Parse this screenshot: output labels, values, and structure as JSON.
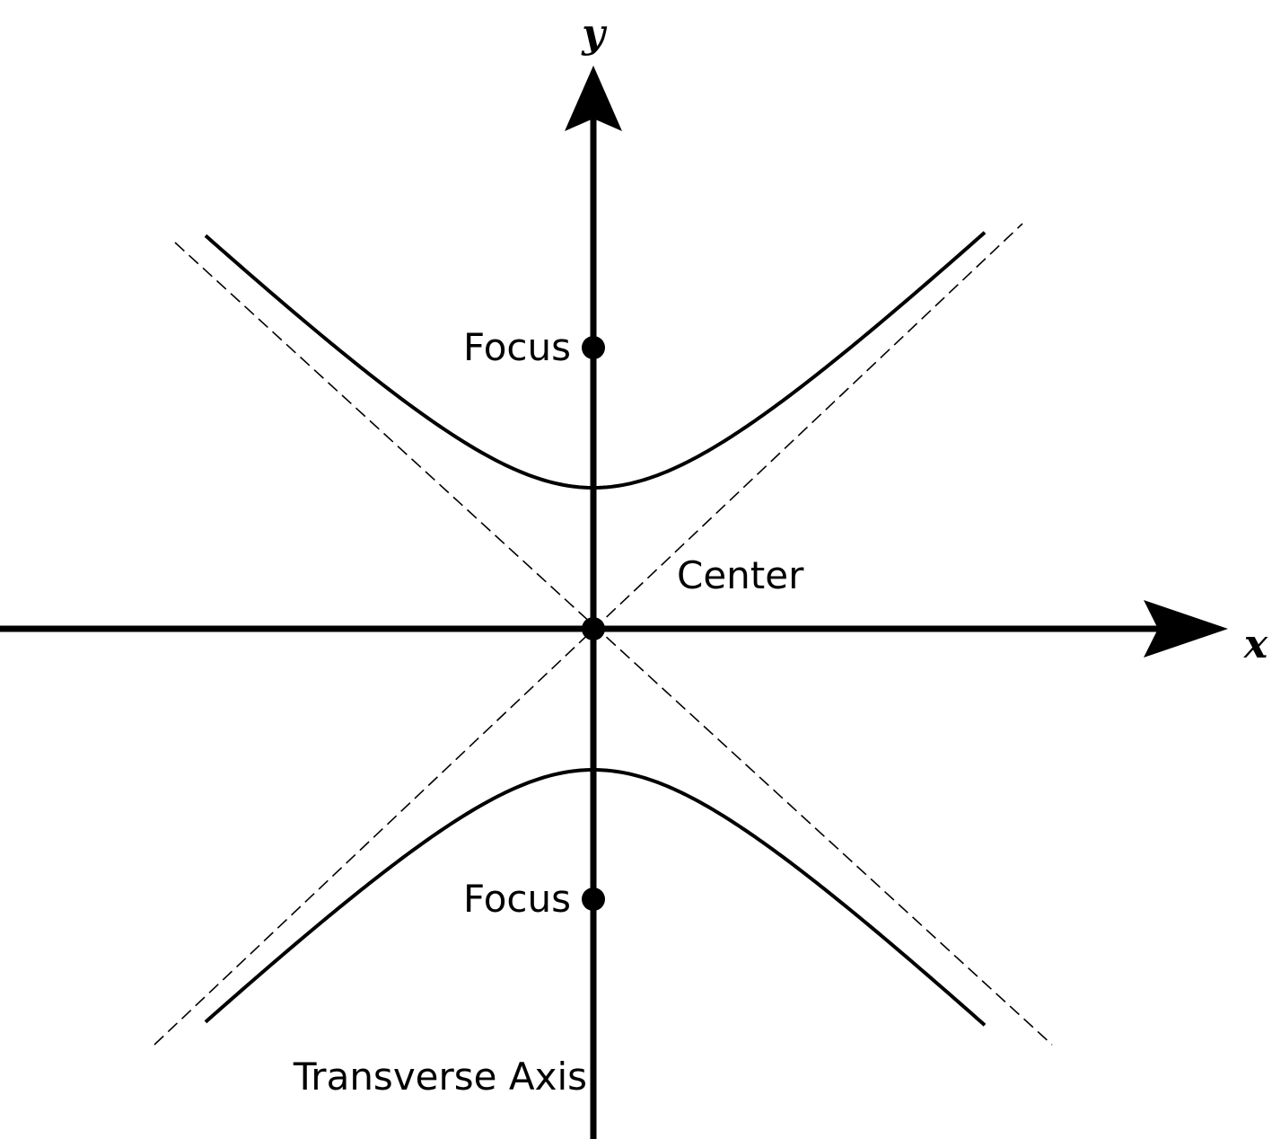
{
  "axes": {
    "x_label": "x",
    "y_label": "y"
  },
  "labels": {
    "focus_upper": "Focus",
    "focus_lower": "Focus",
    "center": "Center",
    "transverse_axis": "Transverse Axis"
  },
  "colors": {
    "ink": "#000000",
    "background": "#ffffff"
  }
}
